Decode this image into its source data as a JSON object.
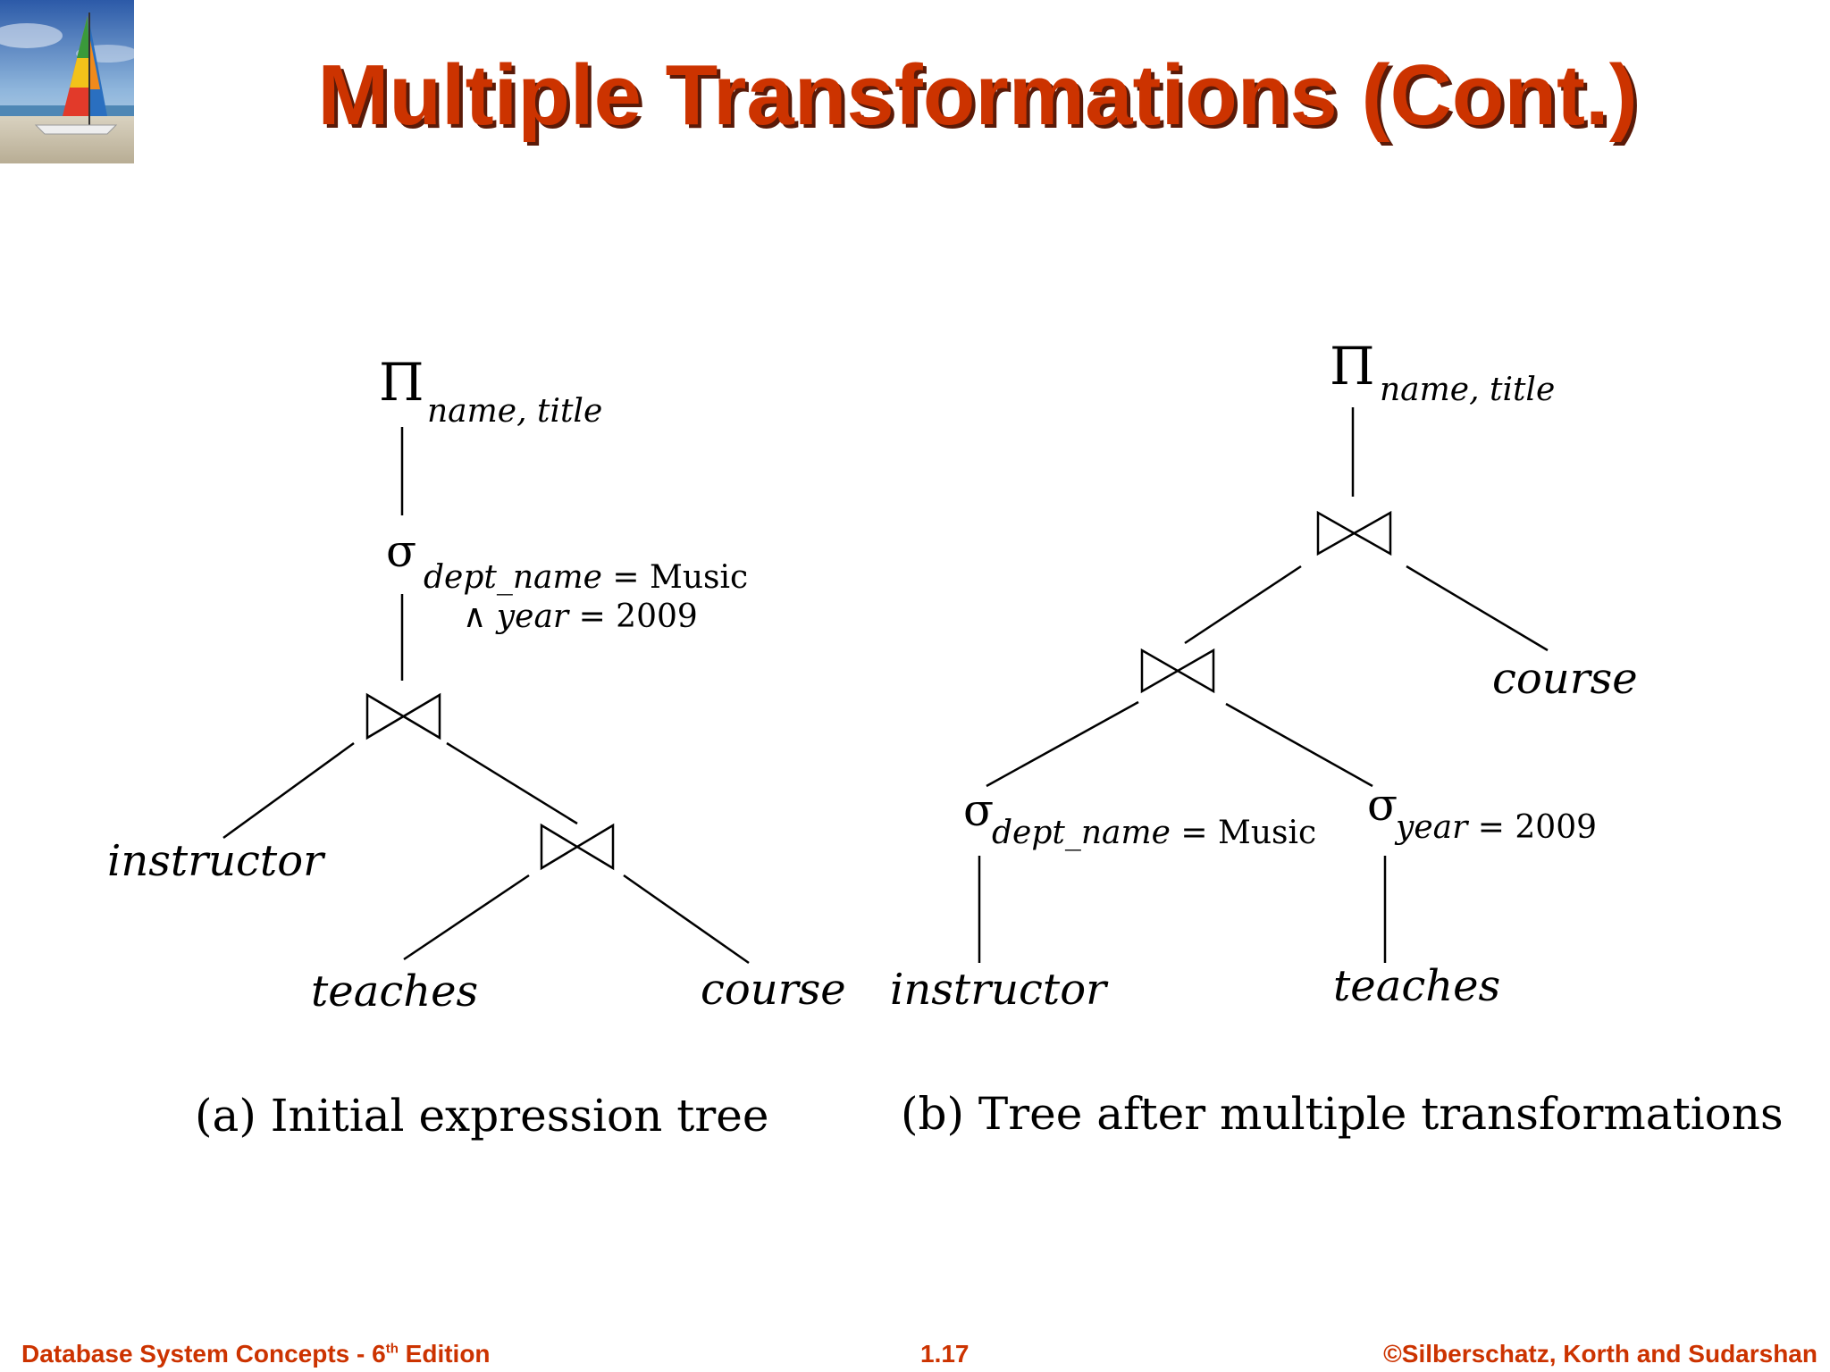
{
  "title": "Multiple Transformations (Cont.)",
  "tree_a": {
    "caption": "(a) Initial expression tree",
    "project_symbol": "Π",
    "project_attrs": "name, title",
    "select_symbol": "σ",
    "select_attr1": "dept_name",
    "select_eq1": " = Music",
    "select_and": "∧ ",
    "select_attr2": "year",
    "select_eq2": " = 2009",
    "join_symbol": "⋈",
    "leaf_instructor": "instructor",
    "leaf_teaches": "teaches",
    "leaf_course": "course"
  },
  "tree_b": {
    "caption": "(b) Tree after multiple transformations",
    "project_symbol": "Π",
    "project_attrs": "name, title",
    "join_symbol": "⋈",
    "leaf_course": "course",
    "select1_symbol": "σ",
    "select1_attr": "dept_name",
    "select1_eq": " = Music",
    "select2_symbol": "σ",
    "select2_attr": "year",
    "select2_eq": " = 2009",
    "leaf_instructor": "instructor",
    "leaf_teaches": "teaches"
  },
  "footer": {
    "left_text": "Database System Concepts - 6",
    "left_sup": "th",
    "left_suffix": " Edition",
    "page_number": "1.17",
    "copyright": "©Silberschatz, Korth and Sudarshan"
  }
}
